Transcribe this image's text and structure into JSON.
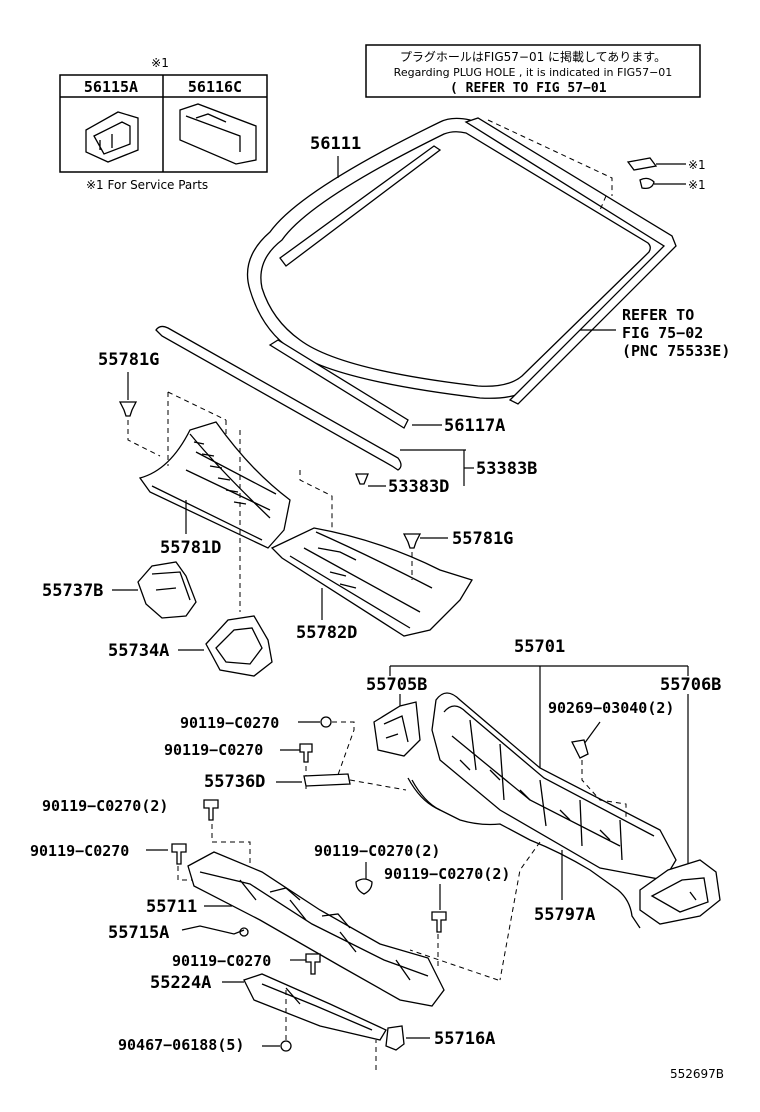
{
  "note_box": {
    "line1": "プラグホールはFIG57−01 に掲載してあります。",
    "line2": "Regarding PLUG HOLE , it is indicated in FIG57−01",
    "line3": "( REFER TO FIG 57−01"
  },
  "service_table": {
    "mark": "※1",
    "col1": "56115A",
    "col2": "56116C",
    "footnote": "※1 For Service Parts"
  },
  "refer": {
    "line1": "REFER TO",
    "line2": "FIG 75−02",
    "line3": "(PNC 75533E)"
  },
  "marks": {
    "m1": "※1",
    "m2": "※1"
  },
  "labels": {
    "p56111": "56111",
    "p55781G_top": "55781G",
    "p56117A": "56117A",
    "p53383B": "53383B",
    "p53383D": "53383D",
    "p55781D": "55781D",
    "p55781G_mid": "55781G",
    "p55737B": "55737B",
    "p55782D": "55782D",
    "p55734A": "55734A",
    "p55701": "55701",
    "p55705B": "55705B",
    "p55706B": "55706B",
    "p90269": "90269−03040(2)",
    "b1": "90119−C0270",
    "b2": "90119−C0270",
    "p55736D": "55736D",
    "b3": "90119−C0270(2)",
    "b4": "90119−C0270",
    "b5": "90119−C0270(2)",
    "b6": "90119−C0270(2)",
    "p55711": "55711",
    "p55715A": "55715A",
    "p55797A": "55797A",
    "b7": "90119−C0270",
    "p55224A": "55224A",
    "p90467": "90467−06188(5)",
    "p55716A": "55716A",
    "figcode": "552697B"
  }
}
